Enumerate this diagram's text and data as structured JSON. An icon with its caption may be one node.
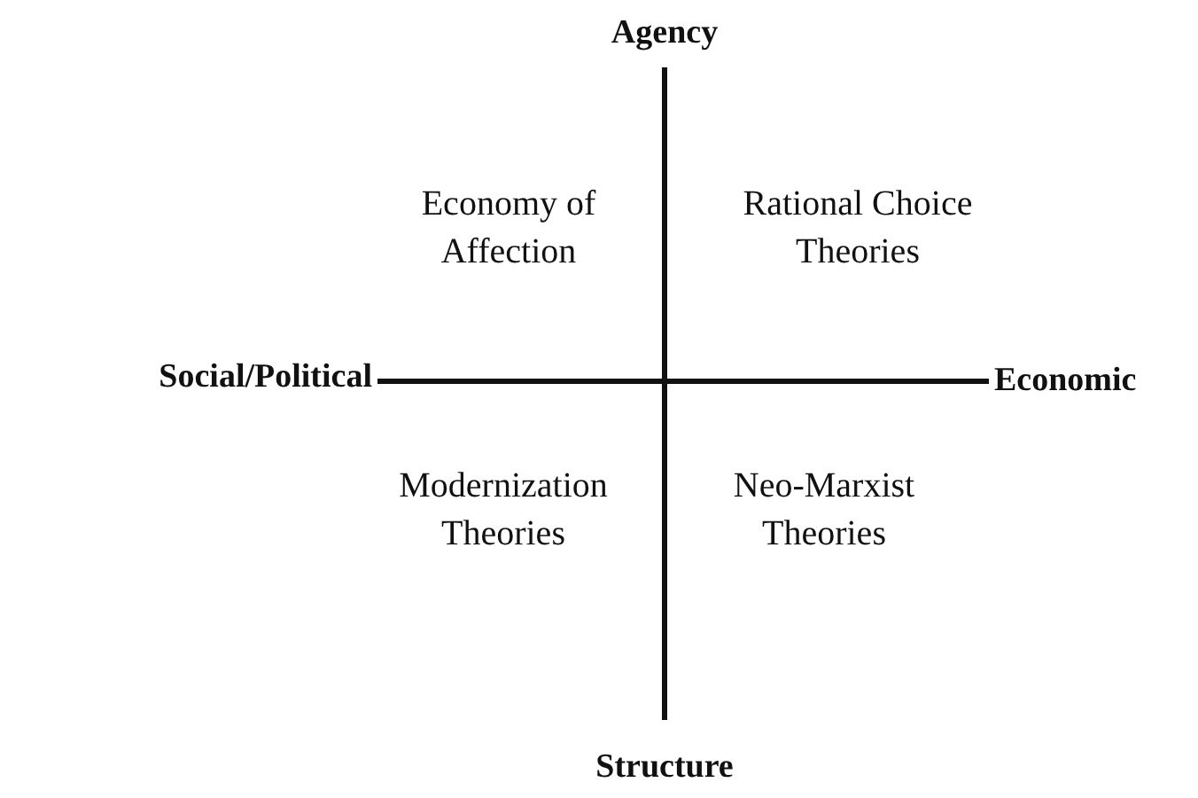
{
  "diagram": {
    "labels": [
      "Agency",
      "Economy of Affection",
      "Rational Choice Theories",
      "Social/Political",
      "Economic",
      "Modernization Theories",
      "Neo-Marxist Theories",
      "Structure"
    ]
  }
}
